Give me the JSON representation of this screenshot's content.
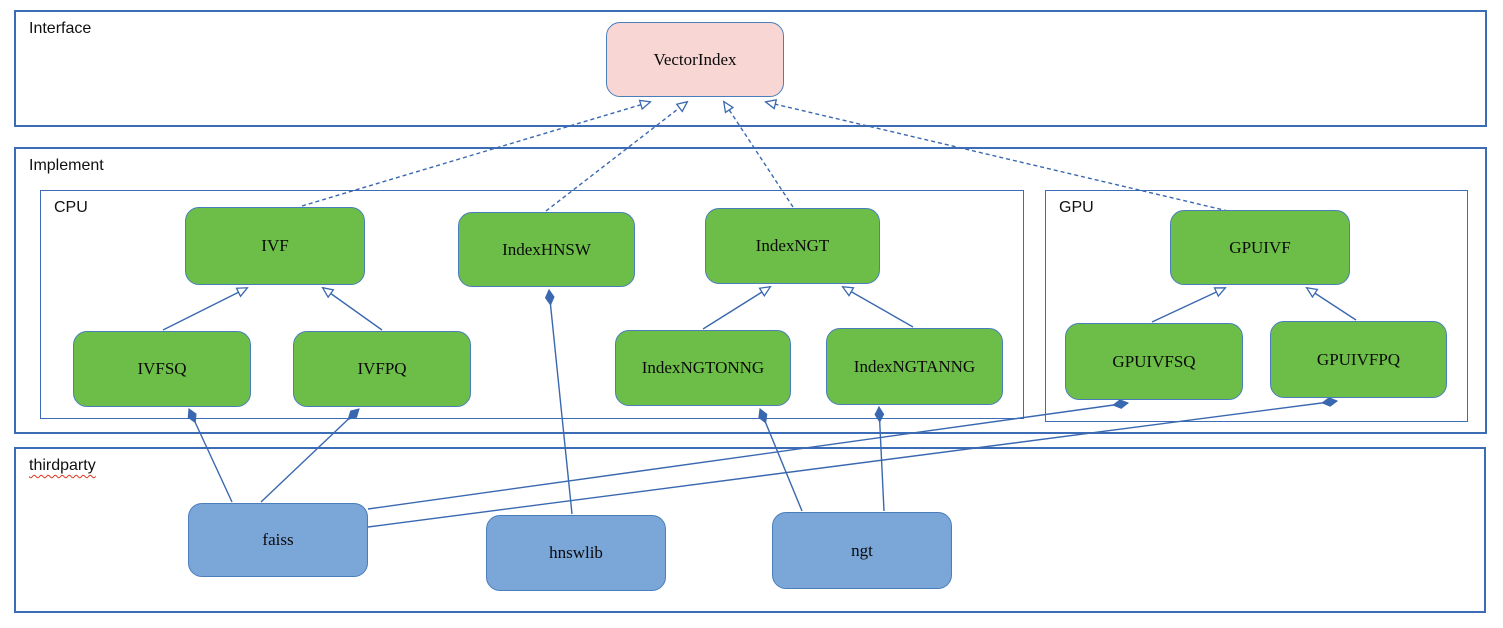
{
  "colors": {
    "green": "#6cbe48",
    "pink": "#f8d6d3",
    "blue": "#7ba6d8",
    "shape-border": "#4a7ebb",
    "line": "#3a68b0",
    "container-border": "#3c6cb5",
    "label": "#111111",
    "squiggle": "#e0311f"
  },
  "containers": {
    "interface": {
      "label": "Interface"
    },
    "implement": {
      "label": "Implement"
    },
    "cpu": {
      "label": "CPU"
    },
    "gpu": {
      "label": "GPU"
    },
    "thirdparty": {
      "label": "thirdparty"
    }
  },
  "nodes": {
    "vectorindex": {
      "label": "VectorIndex"
    },
    "ivf": {
      "label": "IVF"
    },
    "indexhnsw": {
      "label": "IndexHNSW"
    },
    "indexngt": {
      "label": "IndexNGT"
    },
    "gpuivf": {
      "label": "GPUIVF"
    },
    "ivfsq": {
      "label": "IVFSQ"
    },
    "ivfpq": {
      "label": "IVFPQ"
    },
    "indexngtonng": {
      "label": "IndexNGTONNG"
    },
    "indexngtanng": {
      "label": "IndexNGTANNG"
    },
    "gpuivfsq": {
      "label": "GPUIVFSQ"
    },
    "gpuivfpq": {
      "label": "GPUIVFPQ"
    },
    "faiss": {
      "label": "faiss"
    },
    "hnswlib": {
      "label": "hnswlib"
    },
    "ngt": {
      "label": "ngt"
    }
  },
  "relations": [
    {
      "from": "IVF",
      "to": "VectorIndex",
      "type": "realization"
    },
    {
      "from": "IndexHNSW",
      "to": "VectorIndex",
      "type": "realization"
    },
    {
      "from": "IndexNGT",
      "to": "VectorIndex",
      "type": "realization"
    },
    {
      "from": "GPUIVF",
      "to": "VectorIndex",
      "type": "realization"
    },
    {
      "from": "IVFSQ",
      "to": "IVF",
      "type": "generalization"
    },
    {
      "from": "IVFPQ",
      "to": "IVF",
      "type": "generalization"
    },
    {
      "from": "IndexNGTONNG",
      "to": "IndexNGT",
      "type": "generalization"
    },
    {
      "from": "IndexNGTANNG",
      "to": "IndexNGT",
      "type": "generalization"
    },
    {
      "from": "GPUIVFSQ",
      "to": "GPUIVF",
      "type": "generalization"
    },
    {
      "from": "GPUIVFPQ",
      "to": "GPUIVF",
      "type": "generalization"
    },
    {
      "from": "faiss",
      "to": "IVFSQ",
      "type": "composition"
    },
    {
      "from": "faiss",
      "to": "IVFPQ",
      "type": "composition"
    },
    {
      "from": "faiss",
      "to": "GPUIVFSQ",
      "type": "composition"
    },
    {
      "from": "faiss",
      "to": "GPUIVFPQ",
      "type": "composition"
    },
    {
      "from": "hnswlib",
      "to": "IndexHNSW",
      "type": "composition"
    },
    {
      "from": "ngt",
      "to": "IndexNGTONNG",
      "type": "composition"
    },
    {
      "from": "ngt",
      "to": "IndexNGTANNG",
      "type": "composition"
    }
  ]
}
